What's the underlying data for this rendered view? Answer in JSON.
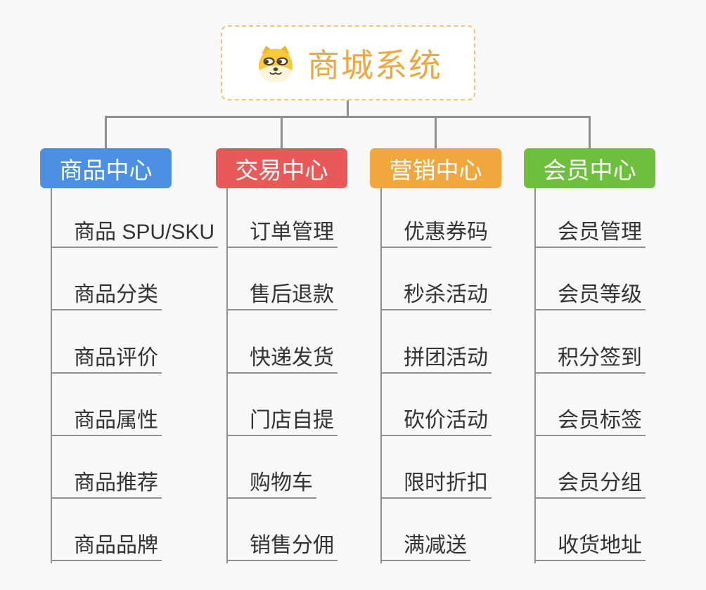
{
  "root": {
    "title": "商城系统",
    "icon": "dog-face-icon"
  },
  "colors": {
    "connector": "#8F8F8F",
    "root_accent": "#F0A73E",
    "root_border": "#F5C37A",
    "leaf_text": "#333333"
  },
  "branches": [
    {
      "label": "商品中心",
      "color": "#4B90E2",
      "children": [
        "商品 SPU/SKU",
        "商品分类",
        "商品评价",
        "商品属性",
        "商品推荐",
        "商品品牌"
      ]
    },
    {
      "label": "交易中心",
      "color": "#E85A5A",
      "children": [
        "订单管理",
        "售后退款",
        "快递发货",
        "门店自提",
        "购物车",
        "销售分佣"
      ]
    },
    {
      "label": "营销中心",
      "color": "#F0A73E",
      "children": [
        "优惠券码",
        "秒杀活动",
        "拼团活动",
        "砍价活动",
        "限时折扣",
        "满减送"
      ]
    },
    {
      "label": "会员中心",
      "color": "#6FBF3E",
      "children": [
        "会员管理",
        "会员等级",
        "积分签到",
        "会员标签",
        "会员分组",
        "收货地址"
      ]
    }
  ]
}
